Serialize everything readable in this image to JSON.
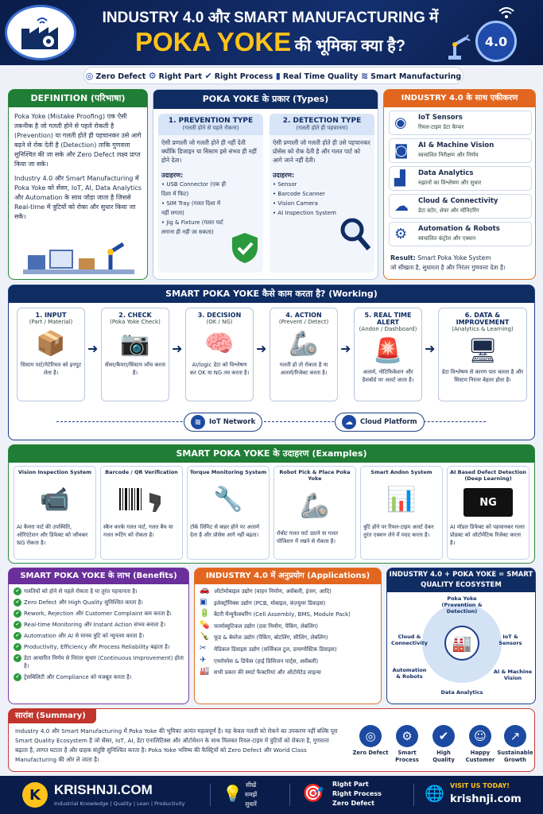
{
  "header": {
    "title_line1": "INDUSTRY 4.0 और SMART MANUFACTURING में",
    "title_highlight": "POKA YOKE",
    "title_rest": "की भूमिका क्या है?",
    "badge": "4.0"
  },
  "tagline": [
    "Zero Defect",
    "Right Part",
    "Right Process",
    "Real Time Quality",
    "Smart Manufacturing"
  ],
  "definition": {
    "title": "DEFINITION (परिभाषा)",
    "para1": "Poka Yoke (Mistake Proofing) एक ऐसी तकनीक है जो गलती होने से पहले रोकती है (Prevention) या गलती होते ही पहचानकर उसे आगे बढ़ने से रोक देती है (Detection) ताकि गुणवत्ता सुनिश्चित की जा सके और Zero Defect लक्ष्य प्राप्त किया जा सके।",
    "para2": "Industry 4.0 और Smart Manufacturing में Poka Yoke को सेंसर, IoT, AI, Data Analytics और Automation के साथ जोड़ा जाता है जिससे Real-time में त्रुटियों को रोका और सुधार किया जा सके।"
  },
  "types": {
    "title": "POKA YOKE के प्रकार (Types)",
    "prevention": {
      "title": "1. PREVENTION TYPE",
      "sub": "(गलती होने से पहले रोकना)",
      "desc": "ऐसी प्रणाली जो गलती होने ही नहीं देती क्योंकि डिजाइन या सिस्टम इसे संभव ही नहीं होने देता।",
      "examples_label": "उदाहरण:",
      "examples": [
        "USB Connector (एक ही दिशा में फिट)",
        "SIM Tray (गलत दिशा में नहीं लगता)",
        "Jig & Fixture (गलत पार्ट लगाना ही नहीं जा सकता)"
      ]
    },
    "detection": {
      "title": "2. DETECTION TYPE",
      "sub": "(गलती होते ही पहचानना)",
      "desc": "ऐसी प्रणाली जो गलती होते ही उसे पहचानकर प्रोसेस को रोक देती है और गलत पार्ट को आगे जाने नहीं देती।",
      "examples_label": "उदाहरण:",
      "examples": [
        "Sensor",
        "Barcode Scanner",
        "Vision Camera",
        "AI Inspection System"
      ]
    }
  },
  "integration": {
    "title": "INDUSTRY 4.0 के साथ एकीकरण",
    "items": [
      {
        "title": "IoT Sensors",
        "desc": "रियल-टाइम डेटा कैप्चर"
      },
      {
        "title": "AI & Machine Vision",
        "desc": "स्वचालित निरीक्षण और निर्णय"
      },
      {
        "title": "Data Analytics",
        "desc": "रुझानों का विश्लेषण और सुधार"
      },
      {
        "title": "Cloud & Connectivity",
        "desc": "डेटा स्टोर, शेयर और मॉनिटरिंग"
      },
      {
        "title": "Automation & Robots",
        "desc": "स्वचालित कंट्रोल और एक्शन"
      }
    ],
    "result_label": "Result:",
    "result_text": "Smart Poka Yoke System",
    "result_line2": "जो सीखता है, सुधारता है और निरंतर गुणवत्ता देता है।"
  },
  "working": {
    "title": "SMART POKA YOKE कैसे काम करता है? (Working)",
    "steps": [
      {
        "title": "1. INPUT",
        "sub": "(Part / Material)",
        "desc": "सिस्टम पार्ट/मेटेरियल को इनपुट लेता है।"
      },
      {
        "title": "2. CHECK",
        "sub": "(Poka Yoke Check)",
        "desc": "सेंसर/कैमरा/सिस्टम जाँच करता है।"
      },
      {
        "title": "3. DECISION",
        "sub": "(OK / NG)",
        "desc": "AI/logic डेटा को विश्लेषण कर OK या NG तय करता है।"
      },
      {
        "title": "4. ACTION",
        "sub": "(Prevent / Detect)",
        "desc": "गलती हो तो रोकता है या अलार्म/रिजेक्ट करता है।"
      },
      {
        "title": "5. REAL TIME ALERT",
        "sub": "(Andon / Dashboard)",
        "desc": "अलार्म, नोटिफिकेशन और डैशबोर्ड पर अलर्ट जाता है।"
      },
      {
        "title": "6. DATA & IMPROVEMENT",
        "sub": "(Analytics & Learning)",
        "desc": "डेटा विश्लेषण से कारण पता चलता है और सिस्टम निरंतर बेहतर होता है।"
      }
    ],
    "iot": "IoT Network",
    "cloud": "Cloud Platform"
  },
  "examples": {
    "title": "SMART POKA YOKE के उदाहरण (Examples)",
    "items": [
      {
        "title": "Vision Inspection System",
        "desc": "AI कैमरा पार्ट की उपस्थिति, ओरिएंटेशन और डिफेक्ट को जाँचकर NG रोकता है।"
      },
      {
        "title": "Barcode / QR Verification",
        "desc": "स्कैन करके गलत पार्ट, गलत बैच या गलत रूटिंग को रोकता है।"
      },
      {
        "title": "Torque Monitoring System",
        "desc": "टॉर्क लिमिट से बाहर होने पर अलार्म देता है और प्रोसेस आगे नहीं बढ़ता।"
      },
      {
        "title": "Robot Pick & Place Poka Yoke",
        "desc": "रोबोट गलत पार्ट उठाने या गलत पोजिशन में रखने से रोकता है।"
      },
      {
        "title": "Smart Andon System",
        "desc": "त्रुटि होने पर रियल-टाइम अलर्ट देकर तुरंत एक्शन लेने में मदद करता है।"
      },
      {
        "title": "AI Based Defect Detection (Deep Learning)",
        "desc": "AI मॉडल डिफेक्ट को पहचानकर गलत प्रोडक्ट को ऑटोमेटिक रिजेक्ट करता है।",
        "screen": "NG"
      }
    ]
  },
  "benefits": {
    "title": "SMART POKA YOKE के लाभ (Benefits)",
    "items": [
      "गलतियों को होने से पहले रोकता है या तुरंत पहचानता है।",
      "Zero Defect और High Quality सुनिश्चित करता है।",
      "Rework, Rejection और Customer Complaint कम करता है।",
      "Real-time Monitoring और Instant Action संभव बनाता है।",
      "Automation और AI से मानव त्रुटि को न्यूनतम करता है।",
      "Productivity, Efficiency और Process Reliability बढ़ाता है।",
      "डेटा आधारित निर्णय से निरंतर सुधार (Continuous Improvement) होता है।",
      "ट्रेसबिलिटी और Compliance को मजबूत करता है।"
    ]
  },
  "applications": {
    "title": "INDUSTRY 4.0 में अनुप्रयोग (Applications)",
    "items": [
      "ऑटोमोबाइल उद्योग (वाहन निर्माण, असेंबली, इंजन, आदि)",
      "इलेक्ट्रॉनिक्स उद्योग (PCB, मोबाइल, कंज़्यूमर डिवाइस)",
      "बैटरी मैन्युफैक्चरिंग (Cell Assembly, BMS, Module Pack)",
      "फार्मास्युटिकल उद्योग (दवा निर्माण, पैकिंग, लेबलिंग)",
      "फूड & बेवरेज उद्योग (पैकिंग, बोटलिंग, सीलिंग, लेबलिंग)",
      "मेडिकल डिवाइस उद्योग (सर्जिकल टूल, डायग्नोस्टिक डिवाइस)",
      "एयरोस्पेस & डिफेंस (हाई प्रिसिजन पार्ट्स, असेंबली)",
      "सभी प्रकार की स्मार्ट फैक्टरियां और ऑटोमेटेड लाइन्स"
    ]
  },
  "ecosystem": {
    "title": "INDUSTRY 4.0 + POKA YOKE = SMART QUALITY ECOSYSTEM",
    "nodes": [
      "Poka Yoke (Prevention & Detection)",
      "IoT & Sensors",
      "AI & Machine Vision",
      "Data Analytics",
      "Automation & Robots",
      "Cloud & Connectivity"
    ]
  },
  "summary": {
    "title": "सारांश (Summary)",
    "text": "Industry 4.0 और Smart Manufacturing में Poka Yoke की भूमिका अत्यंत महत्वपूर्ण है। यह केवल गलती को रोकने का उपकरण नहीं बल्कि पूरा Smart Quality Ecosystem है जो सेंसर, IoT, AI, डेटा एनालिटिक्स और ऑटोमेशन के साथ मिलकर रियल-टाइम में त्रुटियों को रोकता है, गुणवत्ता बढ़ाता है, लागत घटाता है और ग्राहक संतुष्टि सुनिश्चित करता है। Poka Yoke भविष्य की फैक्ट्रियों को Zero Defect और World Class Manufacturing की ओर ले जाता है।",
    "icons": [
      "Zero Defect",
      "Smart Process",
      "High Quality",
      "Happy Customer",
      "Sustainable Growth"
    ]
  },
  "footer": {
    "brand_letter": "K",
    "brand": "KRISHNJI.COM",
    "tagline": "Industrial Knowledge | Quality | Lean | Productivity",
    "hindi": [
      "सीखें",
      "समझें",
      "सुधारें"
    ],
    "right": [
      "Right Part",
      "Right Process",
      "Zero Defect"
    ],
    "visit": "VISIT US TODAY!",
    "url": "krishnji.com"
  }
}
